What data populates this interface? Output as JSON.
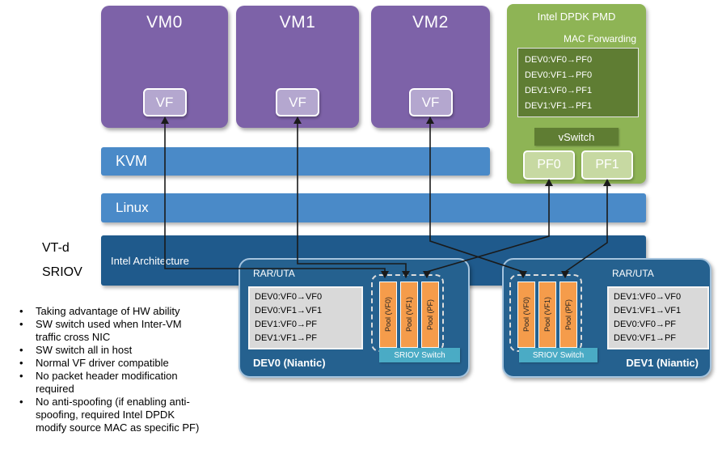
{
  "colors": {
    "vm_purple": "#7d62a8",
    "vf_chip_purple": "#b4a7cf",
    "layer_blue": "#4a8ac8",
    "arch_dark_blue": "#1f5a8c",
    "device_blue": "#25618f",
    "dpdk_green": "#8eb455",
    "table_dark_green": "#5f7d33",
    "pf_light_green": "#c7d9a2",
    "pool_orange": "#f59c4b",
    "sriov_switch_teal": "#4aabc5",
    "table_gray": "#d9d9d9"
  },
  "vms": [
    {
      "label": "VM0",
      "vf_label": "VF"
    },
    {
      "label": "VM1",
      "vf_label": "VF"
    },
    {
      "label": "VM2",
      "vf_label": "VF"
    }
  ],
  "layers": {
    "kvm": "KVM",
    "linux": "Linux",
    "intel_arch": "Intel Architecture"
  },
  "side_label": {
    "line1": "VT-d",
    "line2": "SRIOV"
  },
  "dpdk": {
    "title": "Intel DPDK PMD",
    "mac_forwarding_label": "MAC Forwarding",
    "mac_table": [
      "DEV0:VF0→PF0",
      "DEV0:VF1→PF0",
      "DEV1:VF0→PF1",
      "DEV1:VF1→PF1"
    ],
    "vswitch_label": "vSwitch",
    "pf_labels": [
      "PF0",
      "PF1"
    ]
  },
  "devices": [
    {
      "name": "DEV0 (Niantic)",
      "rar_label": "RAR/UTA",
      "table": [
        "DEV0:VF0→VF0",
        "DEV0:VF1→VF1",
        "DEV1:VF0→PF",
        "DEV1:VF1→PF"
      ],
      "pools": [
        "Pool (VF0)",
        "Pool (VF1)",
        "Pool (PF)"
      ],
      "switch_label": "SRIOV Switch"
    },
    {
      "name": "DEV1 (Niantic)",
      "rar_label": "RAR/UTA",
      "table": [
        "DEV1:VF0→VF0",
        "DEV1:VF1→VF1",
        "DEV0:VF0→PF",
        "DEV0:VF1→PF"
      ],
      "pools": [
        "Pool (VF0)",
        "Pool (VF1)",
        "Pool (PF)"
      ],
      "switch_label": "SRIOV Switch"
    }
  ],
  "bullets": [
    "Taking advantage of HW ability",
    "SW switch used when Inter-VM traffic cross NIC",
    "SW switch all in host",
    "Normal VF driver compatible",
    "No packet header modification required",
    "No anti-spoofing (if enabling anti-spoofing, required Intel DPDK modify source MAC as specific PF)"
  ]
}
